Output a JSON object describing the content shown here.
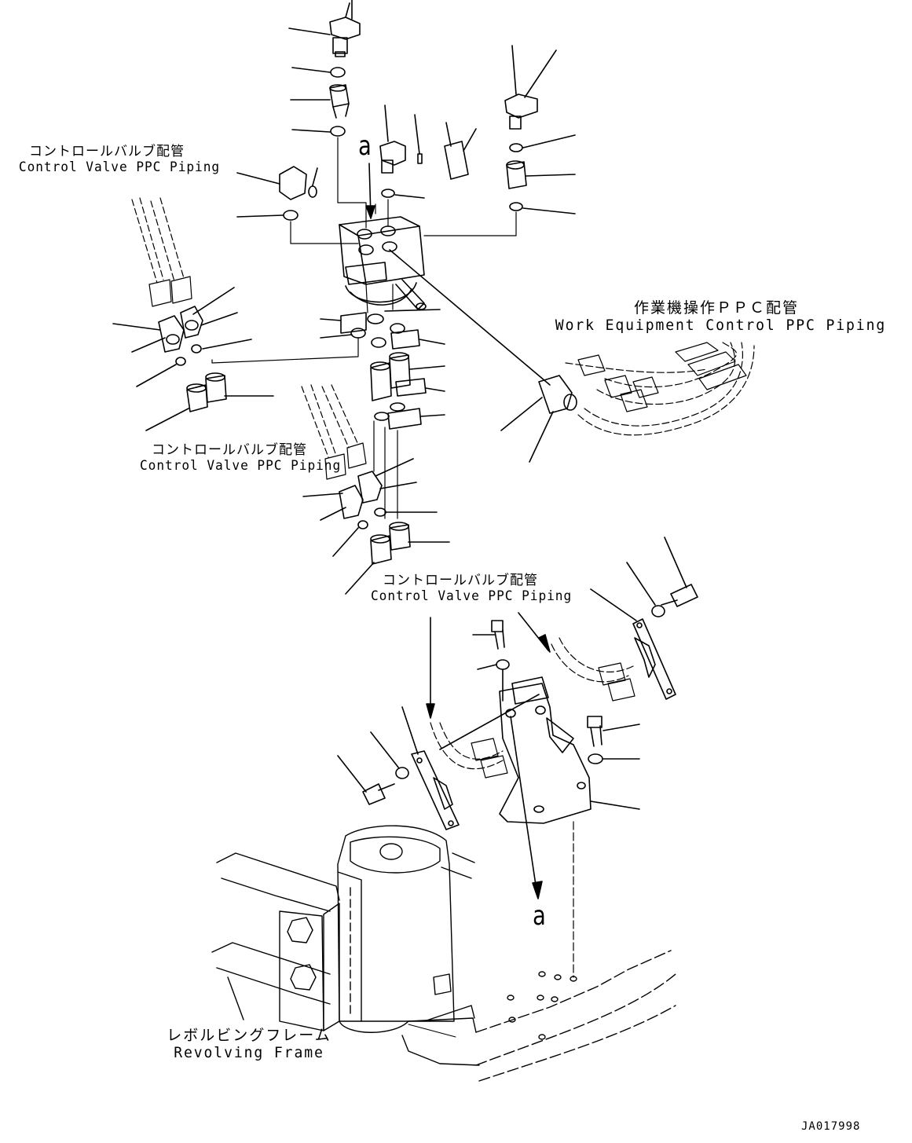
{
  "labels": {
    "cv_piping_top": {
      "jp": "コントロールバルブ配管",
      "en": "Control Valve PPC Piping"
    },
    "cv_piping_mid": {
      "jp": "コントロールバルブ配管",
      "en": "Control Valve PPC Piping"
    },
    "cv_piping_low": {
      "jp": "コントロールバルブ配管",
      "en": "Control Valve PPC Piping"
    },
    "work_equipment": {
      "jp": "作業機操作ＰＰＣ配管",
      "en": "Work Equipment Control PPC Piping"
    },
    "revolving_frame": {
      "jp": "レボルビングフレーム",
      "en": "Revolving Frame"
    }
  },
  "callouts": {
    "top": "a",
    "bottom": "a"
  },
  "document_id": "JA017998"
}
